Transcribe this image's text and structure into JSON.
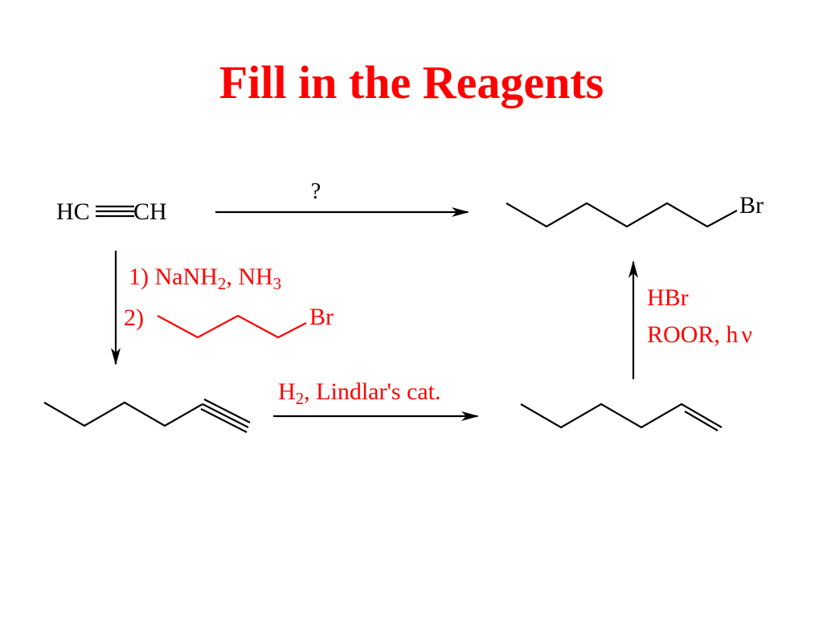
{
  "title": "Fill in the Reagents",
  "colors": {
    "title": "#ff0000",
    "reagent": "#ff0000",
    "structure": "#000000"
  },
  "acetylene": {
    "left": "HC",
    "right": "CH"
  },
  "top_arrow_label": "?",
  "bromohexane_label": "Br",
  "step1": {
    "line1_prefix": "1) NaNH",
    "line1_sub1": "2",
    "line1_mid": ", NH",
    "line1_sub2": "3",
    "line2_prefix": "2)",
    "line2_br": "Br"
  },
  "step2": {
    "h": "H",
    "sub": "2",
    "rest": ", Lindlar's cat."
  },
  "step3": {
    "line1": "HBr",
    "line2": "ROOR, h",
    "nu": "ν"
  }
}
